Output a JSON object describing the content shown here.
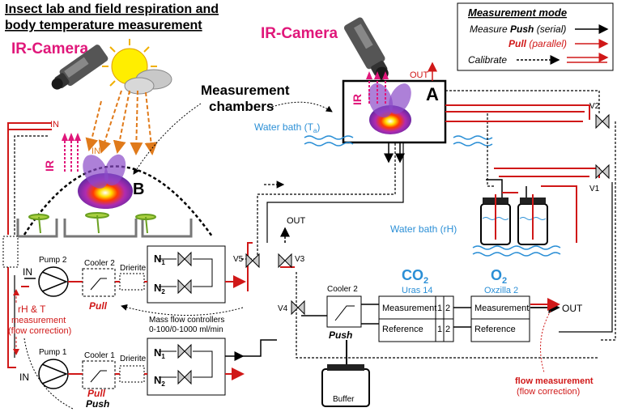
{
  "title": {
    "line1": "Insect lab and field respiration and",
    "line2": "body temperature measurement"
  },
  "ir_camera_label": "IR-Camera",
  "ir_label": "IR",
  "in_label": "IN",
  "out_label": "OUT",
  "chamber_a": "A",
  "chamber_b": "B",
  "measurement_chambers": {
    "line1": "Measurement",
    "line2": "chambers"
  },
  "water_bath_ta": "Water bath (T",
  "water_bath_ta_sub": "a",
  "water_bath_rh": "Water bath (rH)",
  "legend": {
    "title": "Measurement mode",
    "measure_prefix": "Measure ",
    "push": "Push",
    "push_suffix": " (serial)",
    "pull": "Pull",
    "pull_suffix": " (parallel)",
    "calibrate": "Calibrate"
  },
  "pumps": {
    "pump2": "Pump 2",
    "pump1": "Pump 1"
  },
  "coolers": {
    "cooler1": "Cooler 1",
    "cooler2_top": "Cooler 2",
    "cooler2_right": "Cooler 2"
  },
  "drierite": "Drierite",
  "flow_n1": "N",
  "flow_n2": "N",
  "sub1": "1",
  "sub2": "2",
  "pull_label": "Pull",
  "push_label": "Push",
  "mass_flow": {
    "line1": "Mass flow controllers",
    "line2": "0-100/0-1000 ml/min"
  },
  "rh_t": {
    "line1": "rH & T",
    "line2": "measurement",
    "line3": "(flow correction)"
  },
  "valves": {
    "v1": "V1",
    "v2": "V2",
    "v3": "V3",
    "v4": "V4",
    "v5": "V5"
  },
  "co2": {
    "label": "CO",
    "sub": "2",
    "device": "Uras 14"
  },
  "o2": {
    "label": "O",
    "sub": "2",
    "device": "Oxzilla 2"
  },
  "analyzer_rows": {
    "measurement": "Measurement",
    "reference": "Reference",
    "n1": "1",
    "n2": "2"
  },
  "buffer": "Buffer",
  "flow_measurement": {
    "line1": "flow measurement",
    "line2": "(flow correction)"
  },
  "colors": {
    "red": "#d01818",
    "blue": "#2b8fd6",
    "magenta": "#e0177a",
    "orange": "#e07a1a"
  }
}
